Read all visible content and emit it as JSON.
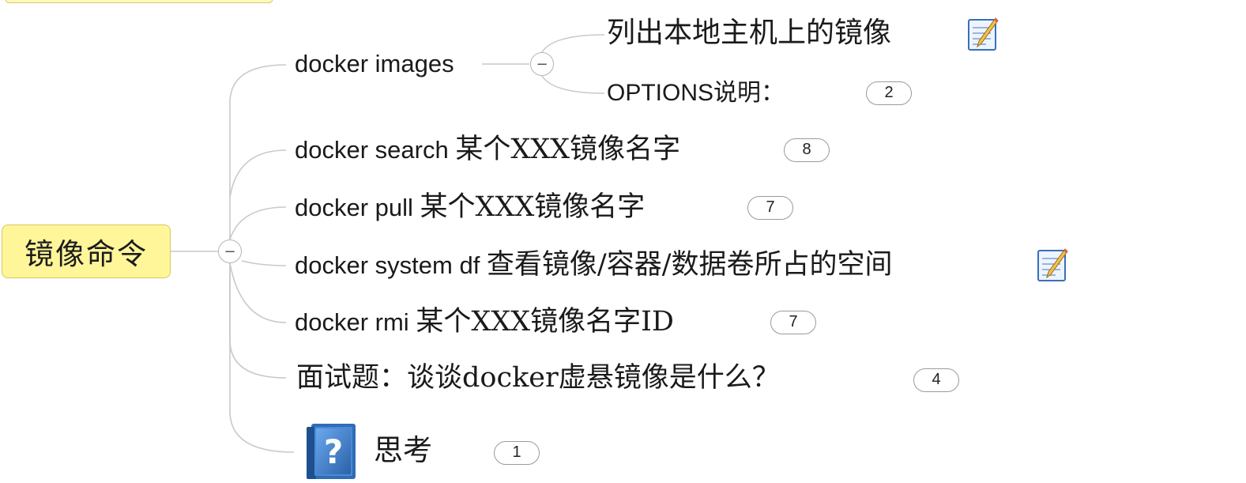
{
  "central_topic": "镜像命令",
  "branches": [
    {
      "label_en": "docker images",
      "children": [
        {
          "label": "列出本地主机上的镜像",
          "icon": "note-icon"
        },
        {
          "label": "OPTIONS说明：",
          "badge": "2"
        }
      ]
    },
    {
      "label_en": "docker search ",
      "label_cn": "某个XXX镜像名字",
      "badge": "8"
    },
    {
      "label_en": "docker pull ",
      "label_cn": "某个XXX镜像名字",
      "badge": "7"
    },
    {
      "label_en": "docker system df ",
      "label_cn": "查看镜像/容器/数据卷所占的空间",
      "icon": "note-icon"
    },
    {
      "label_en": "docker rmi ",
      "label_cn": "某个XXX镜像名字ID",
      "badge": "7"
    },
    {
      "label": "面试题：谈谈docker虚悬镜像是什么？",
      "badge": "4"
    },
    {
      "label": "思考",
      "icon": "help-book-icon",
      "badge": "1"
    }
  ],
  "toggle_symbol": "−",
  "colors": {
    "central_fill": "#fff69a",
    "central_border": "#d9c65c",
    "connector": "#c9c9c9",
    "badge_border": "#9a9a9a",
    "note_accent": "#3a6fb8",
    "help_book": "#2f6db5"
  }
}
